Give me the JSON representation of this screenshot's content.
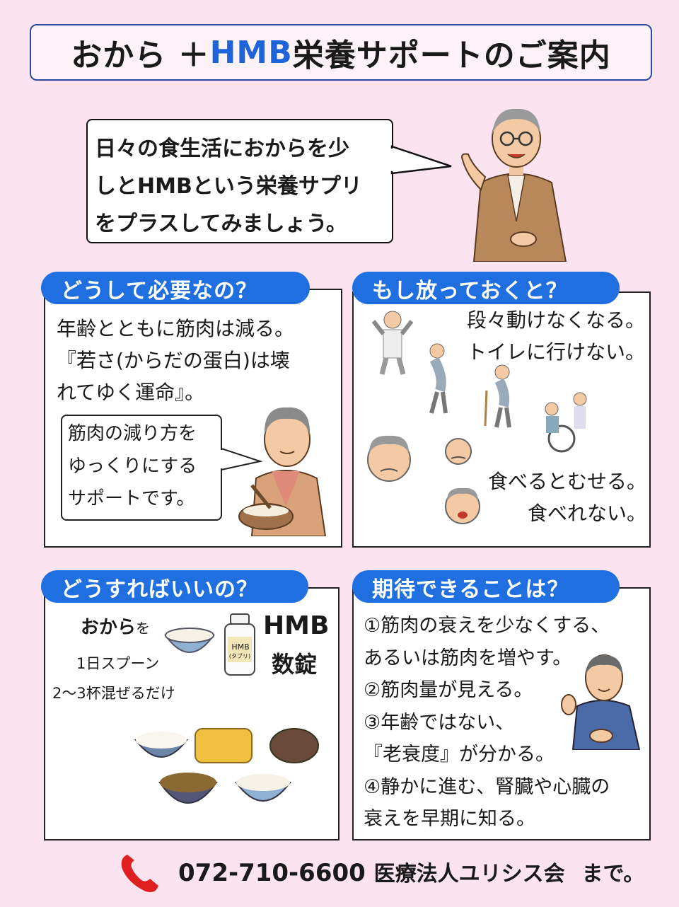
{
  "title": {
    "prefix": "おから ＋ ",
    "highlight": "HMB",
    "suffix": "栄養サポートのご案内"
  },
  "intro": {
    "lines": [
      "日々の食生活におからを少",
      "しとHMBという栄養サプリ",
      "をプラスしてみましょう。"
    ]
  },
  "why": {
    "heading": "どうして必要なの？",
    "lines": [
      "年齢とともに筋肉は減る。",
      "『若さ(からだの蛋白)は壊",
      "れてゆく運命』。"
    ],
    "bubble": [
      "筋肉の減り方を",
      "ゆっくりにする",
      "サポートです。"
    ]
  },
  "neglect": {
    "heading": "もし放っておくと？",
    "top": [
      "段々動けなくなる。",
      "トイレに行けない。"
    ],
    "bottom": [
      "食べるとむせる。",
      "食べれない。"
    ]
  },
  "how": {
    "heading": "どうすればいいの？",
    "okara_bold": "おから",
    "okara_suffix": "を",
    "spoon": "1日スプーン",
    "mix": "2〜3杯混ぜるだけ",
    "hmb": "HMB",
    "tablets": "数錠",
    "bottle_label": "HMB",
    "bottle_sub": "(タブリ)"
  },
  "expect": {
    "heading": "期待できることは？",
    "lines": [
      "①筋肉の衰えを少なくする、",
      "あるいは筋肉を増やす。",
      "②筋肉量が見える。",
      "③年齢ではない、",
      "『老衰度』が分かる。",
      "④静かに進む、腎臓や心臓の",
      "衰えを早期に知る。"
    ]
  },
  "footer": {
    "phone": "072-710-6600",
    "org": "医療法人ユリシス会",
    "suffix": "まで。"
  },
  "colors": {
    "background": "#fbe3f0",
    "accent": "#1f6fe0",
    "title_hmb": "#1e63d8",
    "phone_icon": "#e02020"
  }
}
